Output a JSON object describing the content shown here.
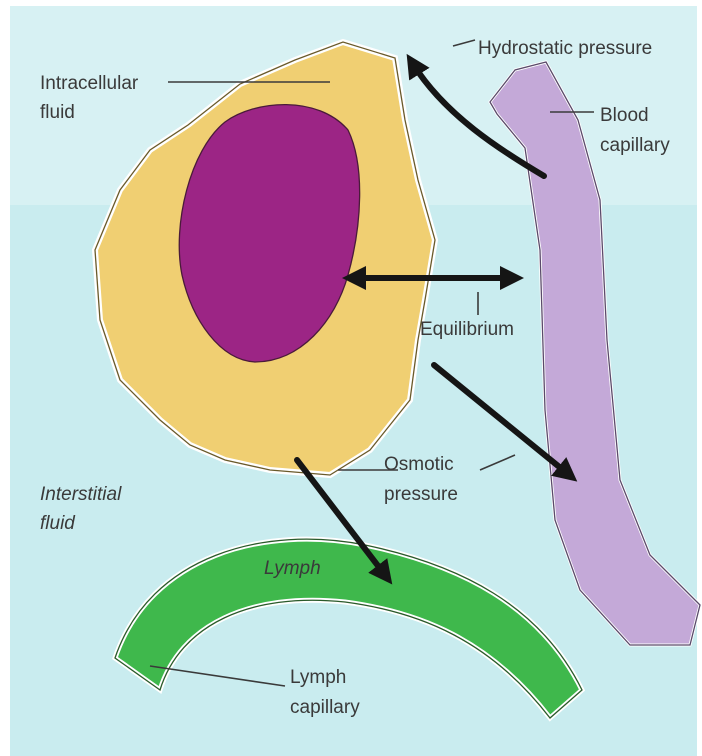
{
  "labels": {
    "intracellular_line1": "Intracellular",
    "intracellular_line2": "fluid",
    "hydrostatic": "Hydrostatic pressure",
    "blood_line1": "Blood",
    "blood_line2": "capillary",
    "equilibrium": "Equilibrium",
    "osmotic_line1": "Osmotic",
    "osmotic_line2": "pressure",
    "interstitial_line1": "Interstitial",
    "interstitial_line2": "fluid",
    "lymph": "Lymph",
    "lymph_cap_line1": "Lymph",
    "lymph_cap_line2": "capillary"
  },
  "colors": {
    "background": "#c9ecef",
    "cell_cytoplasm": "#f0cf72",
    "nucleus": "#9c2585",
    "blood_capillary": "#c4a9d8",
    "lymph_capillary": "#3fb84c",
    "arrows": "#151515"
  }
}
